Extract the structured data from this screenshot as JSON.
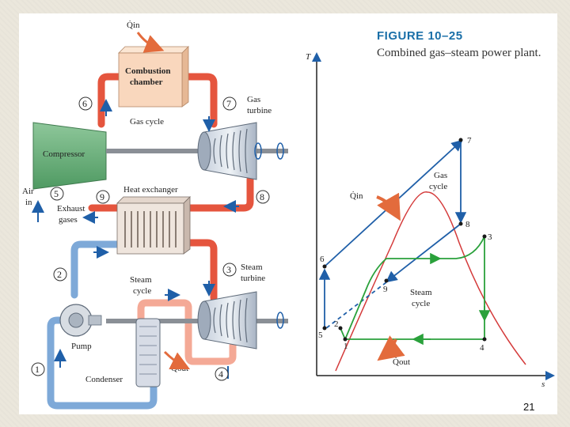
{
  "figure": {
    "title": "FIGURE 10–25",
    "caption": "Combined gas–steam power plant."
  },
  "page_number": "21",
  "schematic": {
    "q_in": "Q̇in",
    "q_out": "Q̇out",
    "combustion_chamber": [
      "Combustion",
      "chamber"
    ],
    "gas_turbine": [
      "Gas",
      "turbine"
    ],
    "gas_cycle": "Gas cycle",
    "compressor": "Compressor",
    "air_in": [
      "Air",
      "in"
    ],
    "exhaust_gases": [
      "Exhaust",
      "gases"
    ],
    "heat_exchanger": "Heat exchanger",
    "steam_turbine": [
      "Steam",
      "turbine"
    ],
    "steam_cycle": [
      "Steam",
      "cycle"
    ],
    "pump": "Pump",
    "condenser": "Condenser",
    "state_numbers": [
      "1",
      "2",
      "3",
      "4",
      "5",
      "6",
      "7",
      "8",
      "9"
    ]
  },
  "ts_diagram": {
    "y_axis": "T",
    "x_axis": "s",
    "gas_cycle": [
      "Gas",
      "cycle"
    ],
    "steam_cycle": [
      "Steam",
      "cycle"
    ],
    "q_in": "Q̇in",
    "q_out": "Q̇out",
    "points": [
      "1",
      "2",
      "3",
      "4",
      "5",
      "6",
      "7",
      "8",
      "9"
    ]
  },
  "colors": {
    "gas_pipe": "#e5553e",
    "water_pipe": "#7ea9d8",
    "steam_pipe": "#f08b72",
    "compressor": "#6fb27f",
    "chamber": "#f9d7bd",
    "arrow_blue": "#1f5fa8",
    "gas_cycle_line": "#1f5fa8",
    "steam_cycle_line": "#2aa13b",
    "dome": "#d43a3a",
    "title_blue": "#1a6fa8"
  }
}
